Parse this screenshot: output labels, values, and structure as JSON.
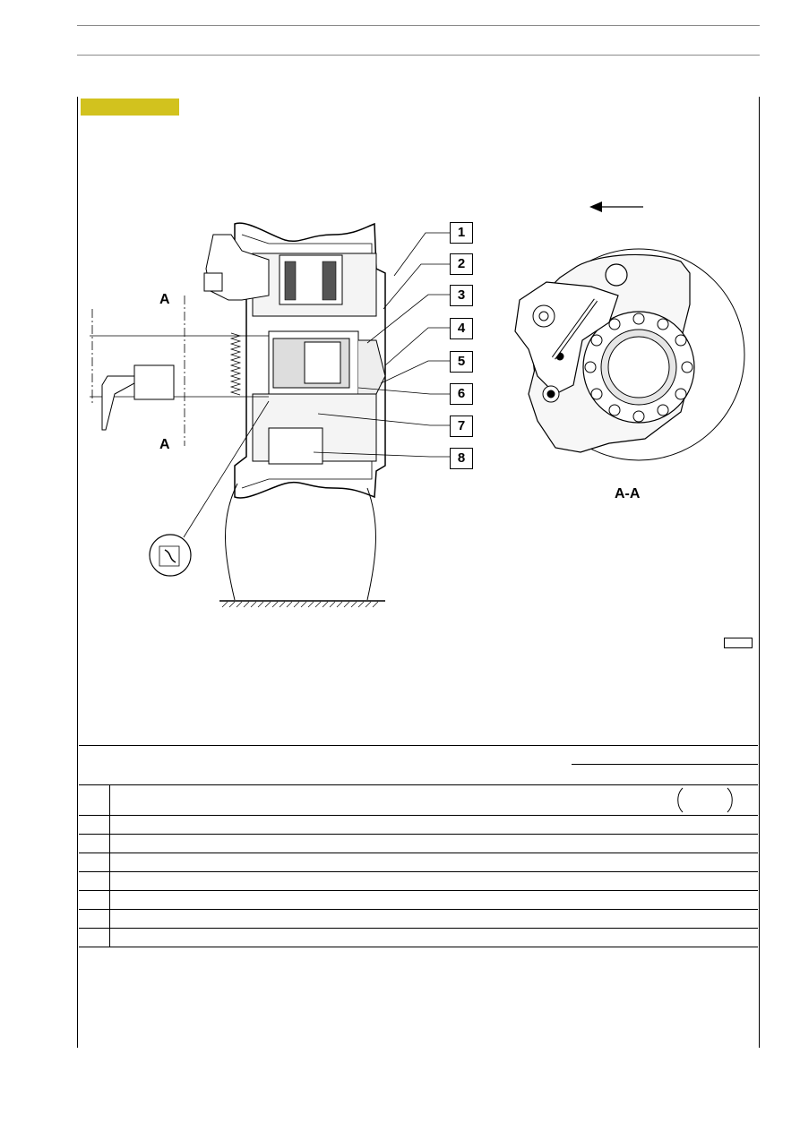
{
  "figure": {
    "callouts": [
      "1",
      "2",
      "3",
      "4",
      "5",
      "6",
      "7",
      "8"
    ],
    "section_mark_top": "A",
    "section_mark_bottom": "A",
    "section_view_label": "A-A"
  },
  "colors": {
    "tab_badge": "#d2c21e",
    "rule": "#8a8a8a",
    "line": "#000000"
  },
  "spec_table": {
    "row_count": 7
  }
}
